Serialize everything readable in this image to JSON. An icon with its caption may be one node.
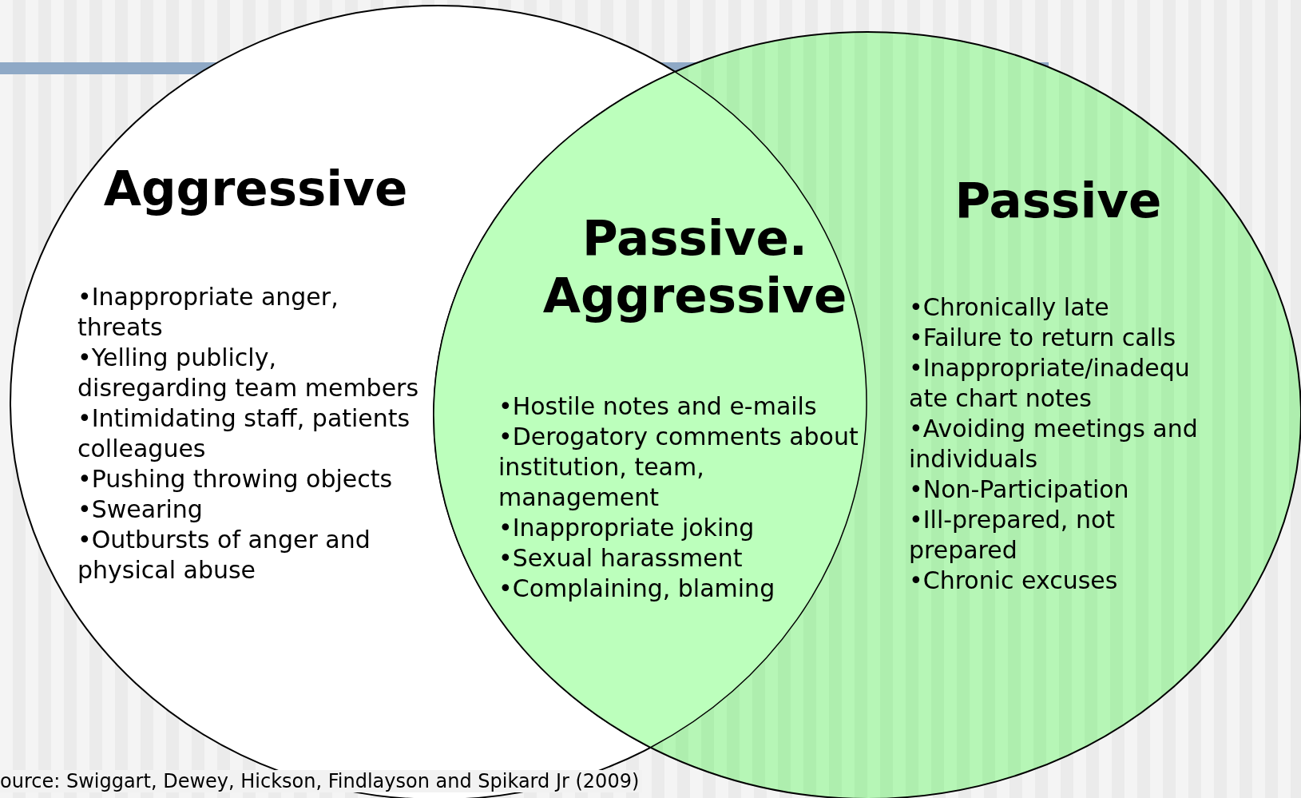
{
  "diagram": {
    "nodes": [
      {
        "text": [
          "Aggressive",
          "•Inappropriate anger, threats",
          "•Yelling publicly, disregarding team members",
          "•Intimidating staff, patients colleagues",
          "•Pushing throwing objects",
          "•Swearing",
          "•Outbursts of anger and physical abuse"
        ]
      },
      {
        "text": [
          "Passive. Aggressive",
          "•Hostile notes and e-mails",
          "•Derogatory comments about institution, team, management",
          "•Inappropriate joking",
          "•Sexual harassment",
          "•Complaining, blaming"
        ]
      },
      {
        "text": [
          "Passive",
          "•Chronically late",
          "•Failure to return calls",
          "•Inappropriate/inadequate chart notes",
          "•Avoiding meetings and individuals",
          "•Non-Participation",
          "•Ill-prepared, not prepared",
          "•Chronic excuses"
        ]
      }
    ],
    "labels": [
      "ource: Swiggart, Dewey, Hickson, Findlayson and Spikard Jr (2009)"
    ]
  }
}
